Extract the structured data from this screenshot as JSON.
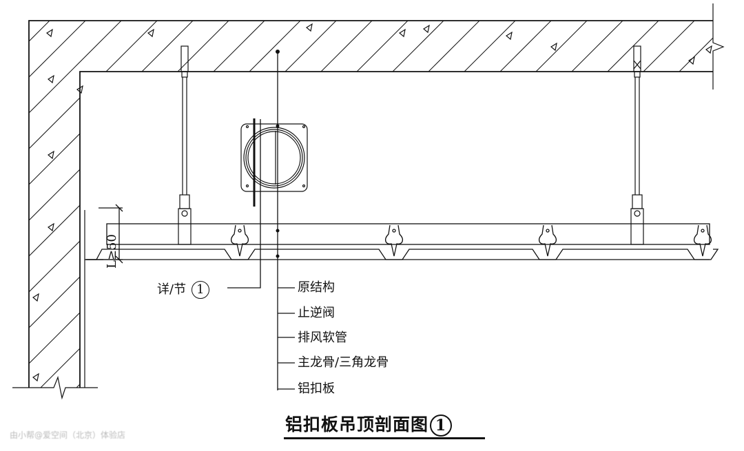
{
  "title": "铝扣板吊顶剖面图",
  "title_number": "1",
  "detail_callout": {
    "label": "详/节",
    "number": "1"
  },
  "dimension": "L≥50",
  "leader_labels": [
    "原结构",
    "止逆阀",
    "排风软管",
    "主龙骨/三角龙骨",
    "铝扣板"
  ],
  "watermark": "由小帮@爱空间（北京）体验店",
  "colors": {
    "line": "#111111",
    "background": "#ffffff"
  }
}
